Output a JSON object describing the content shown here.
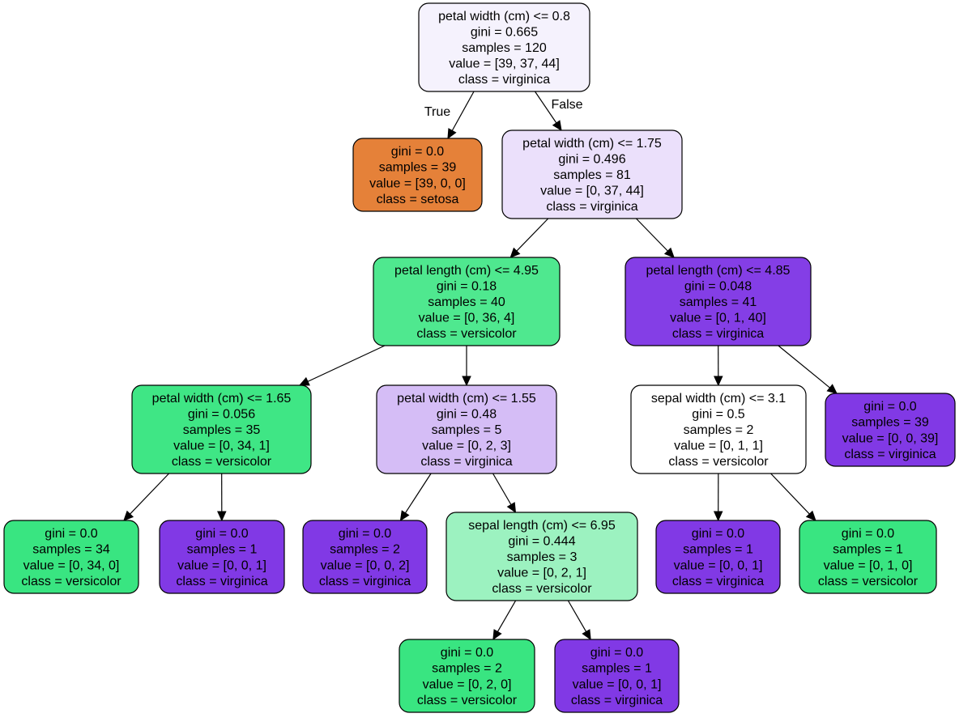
{
  "tree": {
    "nodes": [
      {
        "id": "n0",
        "lines": [
          "petal width (cm) <= 0.8",
          "gini = 0.665",
          "samples = 120",
          "value = [39, 37, 44]",
          "class = virginica"
        ],
        "fill": "#f5f2fd"
      },
      {
        "id": "n1",
        "lines": [
          "gini = 0.0",
          "samples = 39",
          "value = [39, 0, 0]",
          "class = setosa"
        ],
        "fill": "#e58139"
      },
      {
        "id": "n2",
        "lines": [
          "petal width (cm) <= 1.75",
          "gini = 0.496",
          "samples = 81",
          "value = [0, 37, 44]",
          "class = virginica"
        ],
        "fill": "#ebe0fb"
      },
      {
        "id": "n3",
        "lines": [
          "petal length (cm) <= 4.95",
          "gini = 0.18",
          "samples = 40",
          "value = [0, 36, 4]",
          "class = versicolor"
        ],
        "fill": "#4fe88f"
      },
      {
        "id": "n4",
        "lines": [
          "petal length (cm) <= 4.85",
          "gini = 0.048",
          "samples = 41",
          "value = [0, 1, 40]",
          "class = virginica"
        ],
        "fill": "#843ee6"
      },
      {
        "id": "n5",
        "lines": [
          "petal width (cm) <= 1.65",
          "gini = 0.056",
          "samples = 35",
          "value = [0, 34, 1]",
          "class = versicolor"
        ],
        "fill": "#3fe685"
      },
      {
        "id": "n6",
        "lines": [
          "petal width (cm) <= 1.55",
          "gini = 0.48",
          "samples = 5",
          "value = [0, 2, 3]",
          "class = virginica"
        ],
        "fill": "#d5bdf6"
      },
      {
        "id": "n7",
        "lines": [
          "sepal width (cm) <= 3.1",
          "gini = 0.5",
          "samples = 2",
          "value = [0, 1, 1]",
          "class = versicolor"
        ],
        "fill": "#ffffff"
      },
      {
        "id": "n8",
        "lines": [
          "gini = 0.0",
          "samples = 39",
          "value = [0, 0, 39]",
          "class = virginica"
        ],
        "fill": "#8139e5"
      },
      {
        "id": "n9",
        "lines": [
          "gini = 0.0",
          "samples = 34",
          "value = [0, 34, 0]",
          "class = versicolor"
        ],
        "fill": "#39e581"
      },
      {
        "id": "n10",
        "lines": [
          "gini = 0.0",
          "samples = 1",
          "value = [0, 0, 1]",
          "class = virginica"
        ],
        "fill": "#8139e5"
      },
      {
        "id": "n11",
        "lines": [
          "gini = 0.0",
          "samples = 2",
          "value = [0, 0, 2]",
          "class = virginica"
        ],
        "fill": "#8139e5"
      },
      {
        "id": "n12",
        "lines": [
          "sepal length (cm) <= 6.95",
          "gini = 0.444",
          "samples = 3",
          "value = [0, 2, 1]",
          "class = versicolor"
        ],
        "fill": "#9cf2c0"
      },
      {
        "id": "n13",
        "lines": [
          "gini = 0.0",
          "samples = 1",
          "value = [0, 0, 1]",
          "class = virginica"
        ],
        "fill": "#8139e5"
      },
      {
        "id": "n14",
        "lines": [
          "gini = 0.0",
          "samples = 1",
          "value = [0, 1, 0]",
          "class = versicolor"
        ],
        "fill": "#39e581"
      },
      {
        "id": "n15",
        "lines": [
          "gini = 0.0",
          "samples = 2",
          "value = [0, 2, 0]",
          "class = versicolor"
        ],
        "fill": "#39e581"
      },
      {
        "id": "n16",
        "lines": [
          "gini = 0.0",
          "samples = 1",
          "value = [0, 0, 1]",
          "class = virginica"
        ],
        "fill": "#8139e5"
      }
    ],
    "edges": [
      {
        "from": "n0",
        "to": "n1",
        "label": "True"
      },
      {
        "from": "n0",
        "to": "n2",
        "label": "False"
      },
      {
        "from": "n2",
        "to": "n3"
      },
      {
        "from": "n2",
        "to": "n4"
      },
      {
        "from": "n3",
        "to": "n5"
      },
      {
        "from": "n3",
        "to": "n6"
      },
      {
        "from": "n4",
        "to": "n7"
      },
      {
        "from": "n4",
        "to": "n8"
      },
      {
        "from": "n5",
        "to": "n9"
      },
      {
        "from": "n5",
        "to": "n10"
      },
      {
        "from": "n6",
        "to": "n11"
      },
      {
        "from": "n6",
        "to": "n12"
      },
      {
        "from": "n7",
        "to": "n13"
      },
      {
        "from": "n7",
        "to": "n14"
      },
      {
        "from": "n12",
        "to": "n15"
      },
      {
        "from": "n12",
        "to": "n16"
      }
    ]
  }
}
